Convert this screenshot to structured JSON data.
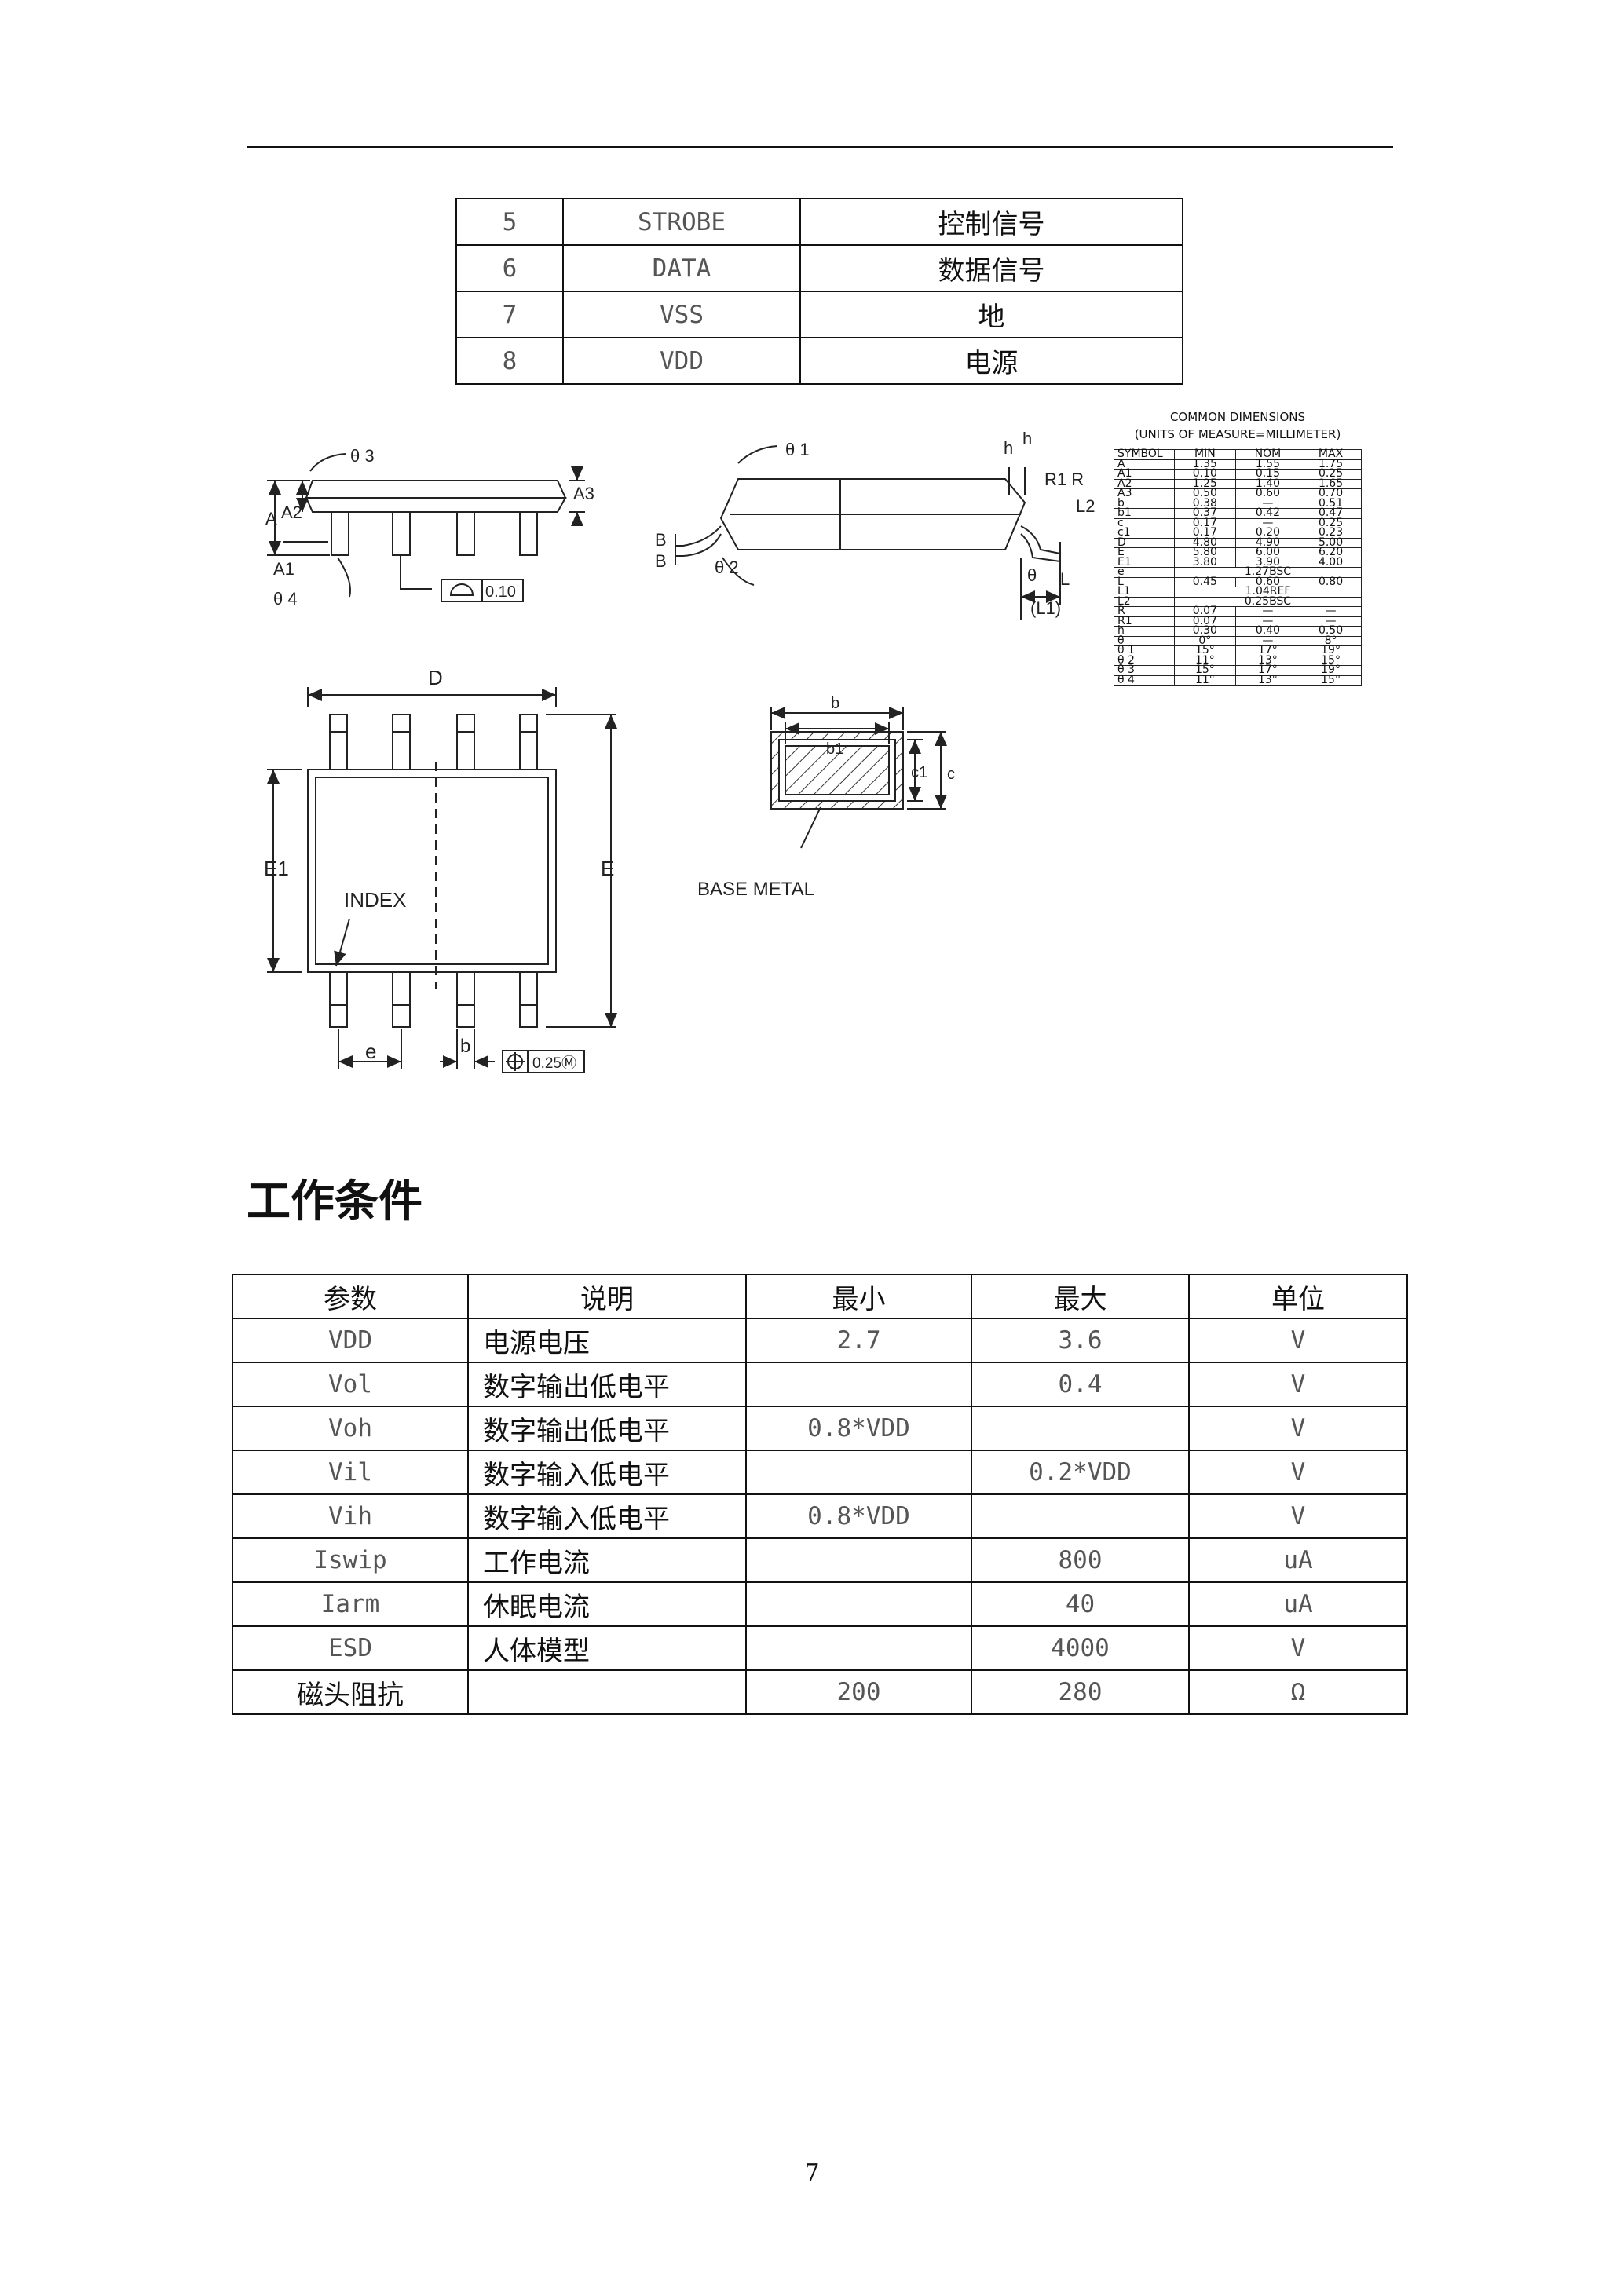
{
  "pin_table": {
    "rows": [
      {
        "no": "5",
        "name": "STROBE",
        "desc": "控制信号"
      },
      {
        "no": "6",
        "name": "DATA",
        "desc": "数据信号"
      },
      {
        "no": "7",
        "name": "VSS",
        "desc": "地"
      },
      {
        "no": "8",
        "name": "VDD",
        "desc": "电源"
      }
    ]
  },
  "drawing": {
    "labels": {
      "theta3": "θ 3",
      "A": "A",
      "A2": "A2",
      "A1": "A1",
      "A3": "A3",
      "theta4": "θ 4",
      "flatness": "0.10",
      "theta1": "θ 1",
      "h1": "h",
      "h2": "h",
      "R1R": "R1 R",
      "L2": "L2",
      "B1": "B",
      "B2": "B",
      "theta2": "θ 2",
      "theta": "θ",
      "L": "L",
      "L1": "(L1)",
      "D": "D",
      "E1": "E1",
      "E": "E",
      "INDEX": "INDEX",
      "e": "e",
      "b_bottom": "b",
      "position_tol": "0.25Ⓜ",
      "b_section": "b",
      "b1_section": "b1",
      "c1": "c1",
      "c": "c",
      "base_metal": "BASE  METAL"
    }
  },
  "dimensions": {
    "title_line1": "COMMON  DIMENSIONS",
    "title_line2": "(UNITS  OF  MEASURE=MILLIMETER)",
    "header": [
      "SYMBOL",
      "MIN",
      "NOM",
      "MAX"
    ],
    "rows": [
      [
        "A",
        "1.35",
        "1.55",
        "1.75"
      ],
      [
        "A1",
        "0.10",
        "0.15",
        "0.25"
      ],
      [
        "A2",
        "1.25",
        "1.40",
        "1.65"
      ],
      [
        "A3",
        "0.50",
        "0.60",
        "0.70"
      ],
      [
        "b",
        "0.38",
        "—",
        "0.51"
      ],
      [
        "b1",
        "0.37",
        "0.42",
        "0.47"
      ],
      [
        "c",
        "0.17",
        "—",
        "0.25"
      ],
      [
        "c1",
        "0.17",
        "0.20",
        "0.23"
      ],
      [
        "D",
        "4.80",
        "4.90",
        "5.00"
      ],
      [
        "E",
        "5.80",
        "6.00",
        "6.20"
      ],
      [
        "E1",
        "3.80",
        "3.90",
        "4.00"
      ],
      [
        "e",
        "1.27BSC"
      ],
      [
        "L",
        "0.45",
        "0.60",
        "0.80"
      ],
      [
        "L1",
        "1.04REF"
      ],
      [
        "L2",
        "0.25BSC"
      ],
      [
        "R",
        "0.07",
        "—",
        "—"
      ],
      [
        "R1",
        "0.07",
        "—",
        "—"
      ],
      [
        "h",
        "0.30",
        "0.40",
        "0.50"
      ],
      [
        "θ",
        "0°",
        "—",
        "8°"
      ],
      [
        "θ 1",
        "15°",
        "17°",
        "19°"
      ],
      [
        "θ 2",
        "11°",
        "13°",
        "15°"
      ],
      [
        "θ 3",
        "15°",
        "17°",
        "19°"
      ],
      [
        "θ 4",
        "11°",
        "13°",
        "15°"
      ]
    ]
  },
  "section_title": "工作条件",
  "conditions": {
    "header": [
      "参数",
      "说明",
      "最小",
      "最大",
      "单位"
    ],
    "rows": [
      {
        "param": "VDD",
        "desc": "电源电压",
        "min": "2.7",
        "max": "3.6",
        "unit": "V"
      },
      {
        "param": "Vol",
        "desc": "数字输出低电平",
        "min": "",
        "max": "0.4",
        "unit": "V"
      },
      {
        "param": "Voh",
        "desc": "数字输出低电平",
        "min": "0.8*VDD",
        "max": "",
        "unit": "V"
      },
      {
        "param": "Vil",
        "desc": "数字输入低电平",
        "min": "",
        "max": "0.2*VDD",
        "unit": "V"
      },
      {
        "param": "Vih",
        "desc": "数字输入低电平",
        "min": "0.8*VDD",
        "max": "",
        "unit": "V"
      },
      {
        "param": "Iswip",
        "desc": "工作电流",
        "min": "",
        "max": "800",
        "unit": "uA"
      },
      {
        "param": "Iarm",
        "desc": "休眠电流",
        "min": "",
        "max": "40",
        "unit": "uA"
      },
      {
        "param": "ESD",
        "desc": "人体模型",
        "min": "",
        "max": "4000",
        "unit": "V"
      },
      {
        "param": "磁头阻抗",
        "desc": "",
        "min": "200",
        "max": "280",
        "unit": "Ω"
      }
    ]
  },
  "page_number": "7"
}
